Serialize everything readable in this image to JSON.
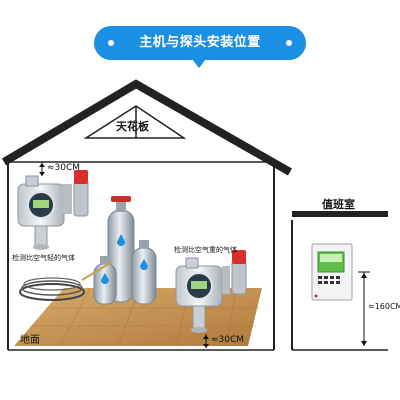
{
  "banner": {
    "title": "主机与探头安装位置"
  },
  "house": {
    "ceiling_label": "天花板",
    "floor_label": "地面",
    "ceiling_clearance": "≈30CM",
    "floor_clearance": "≈30CM",
    "light_gas_label": "检测比空气轻的气体",
    "heavy_gas_label": "检测比空气重的气体"
  },
  "duty_room": {
    "title": "值班室",
    "height_label": "≈160CM"
  },
  "colors": {
    "accent": "#1b8fe3",
    "floor": "#c89a5a",
    "wall": "#222222"
  }
}
